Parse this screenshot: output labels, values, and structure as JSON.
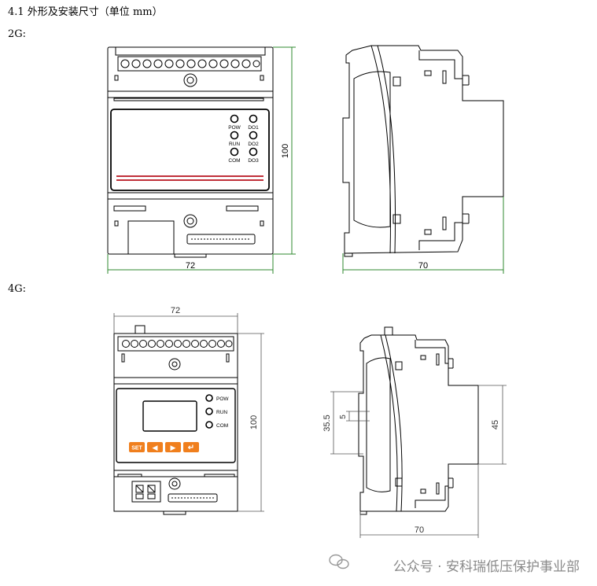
{
  "heading": "4.1  外形及安装尺寸（单位 mm）",
  "models": [
    {
      "label": "2G:",
      "front_view": {
        "width_dim": "72",
        "height_dim": "100",
        "leds": [
          "POW",
          "DO1",
          "RUN",
          "DO2",
          "COM",
          "DO3"
        ]
      },
      "side_view": {
        "depth_dim": "70"
      }
    },
    {
      "label": "4G:",
      "front_view": {
        "width_dim": "72",
        "height_dim": "100",
        "leds": [
          "POW",
          "RUN",
          "COM"
        ],
        "buttons": [
          "SET",
          "◀",
          "▶",
          "↵"
        ],
        "colors": {
          "button": "#f07f1d"
        }
      },
      "side_view": {
        "depth_dim": "70",
        "rail_dim_left": "35.5",
        "rail_dim_small": "5",
        "rail_dim_right": "45"
      }
    }
  ],
  "watermark": "公众号 · 安科瑞低压保护事业部",
  "colors": {
    "dimension_line": "#2f8a2f",
    "stripe": "#c0303a"
  }
}
